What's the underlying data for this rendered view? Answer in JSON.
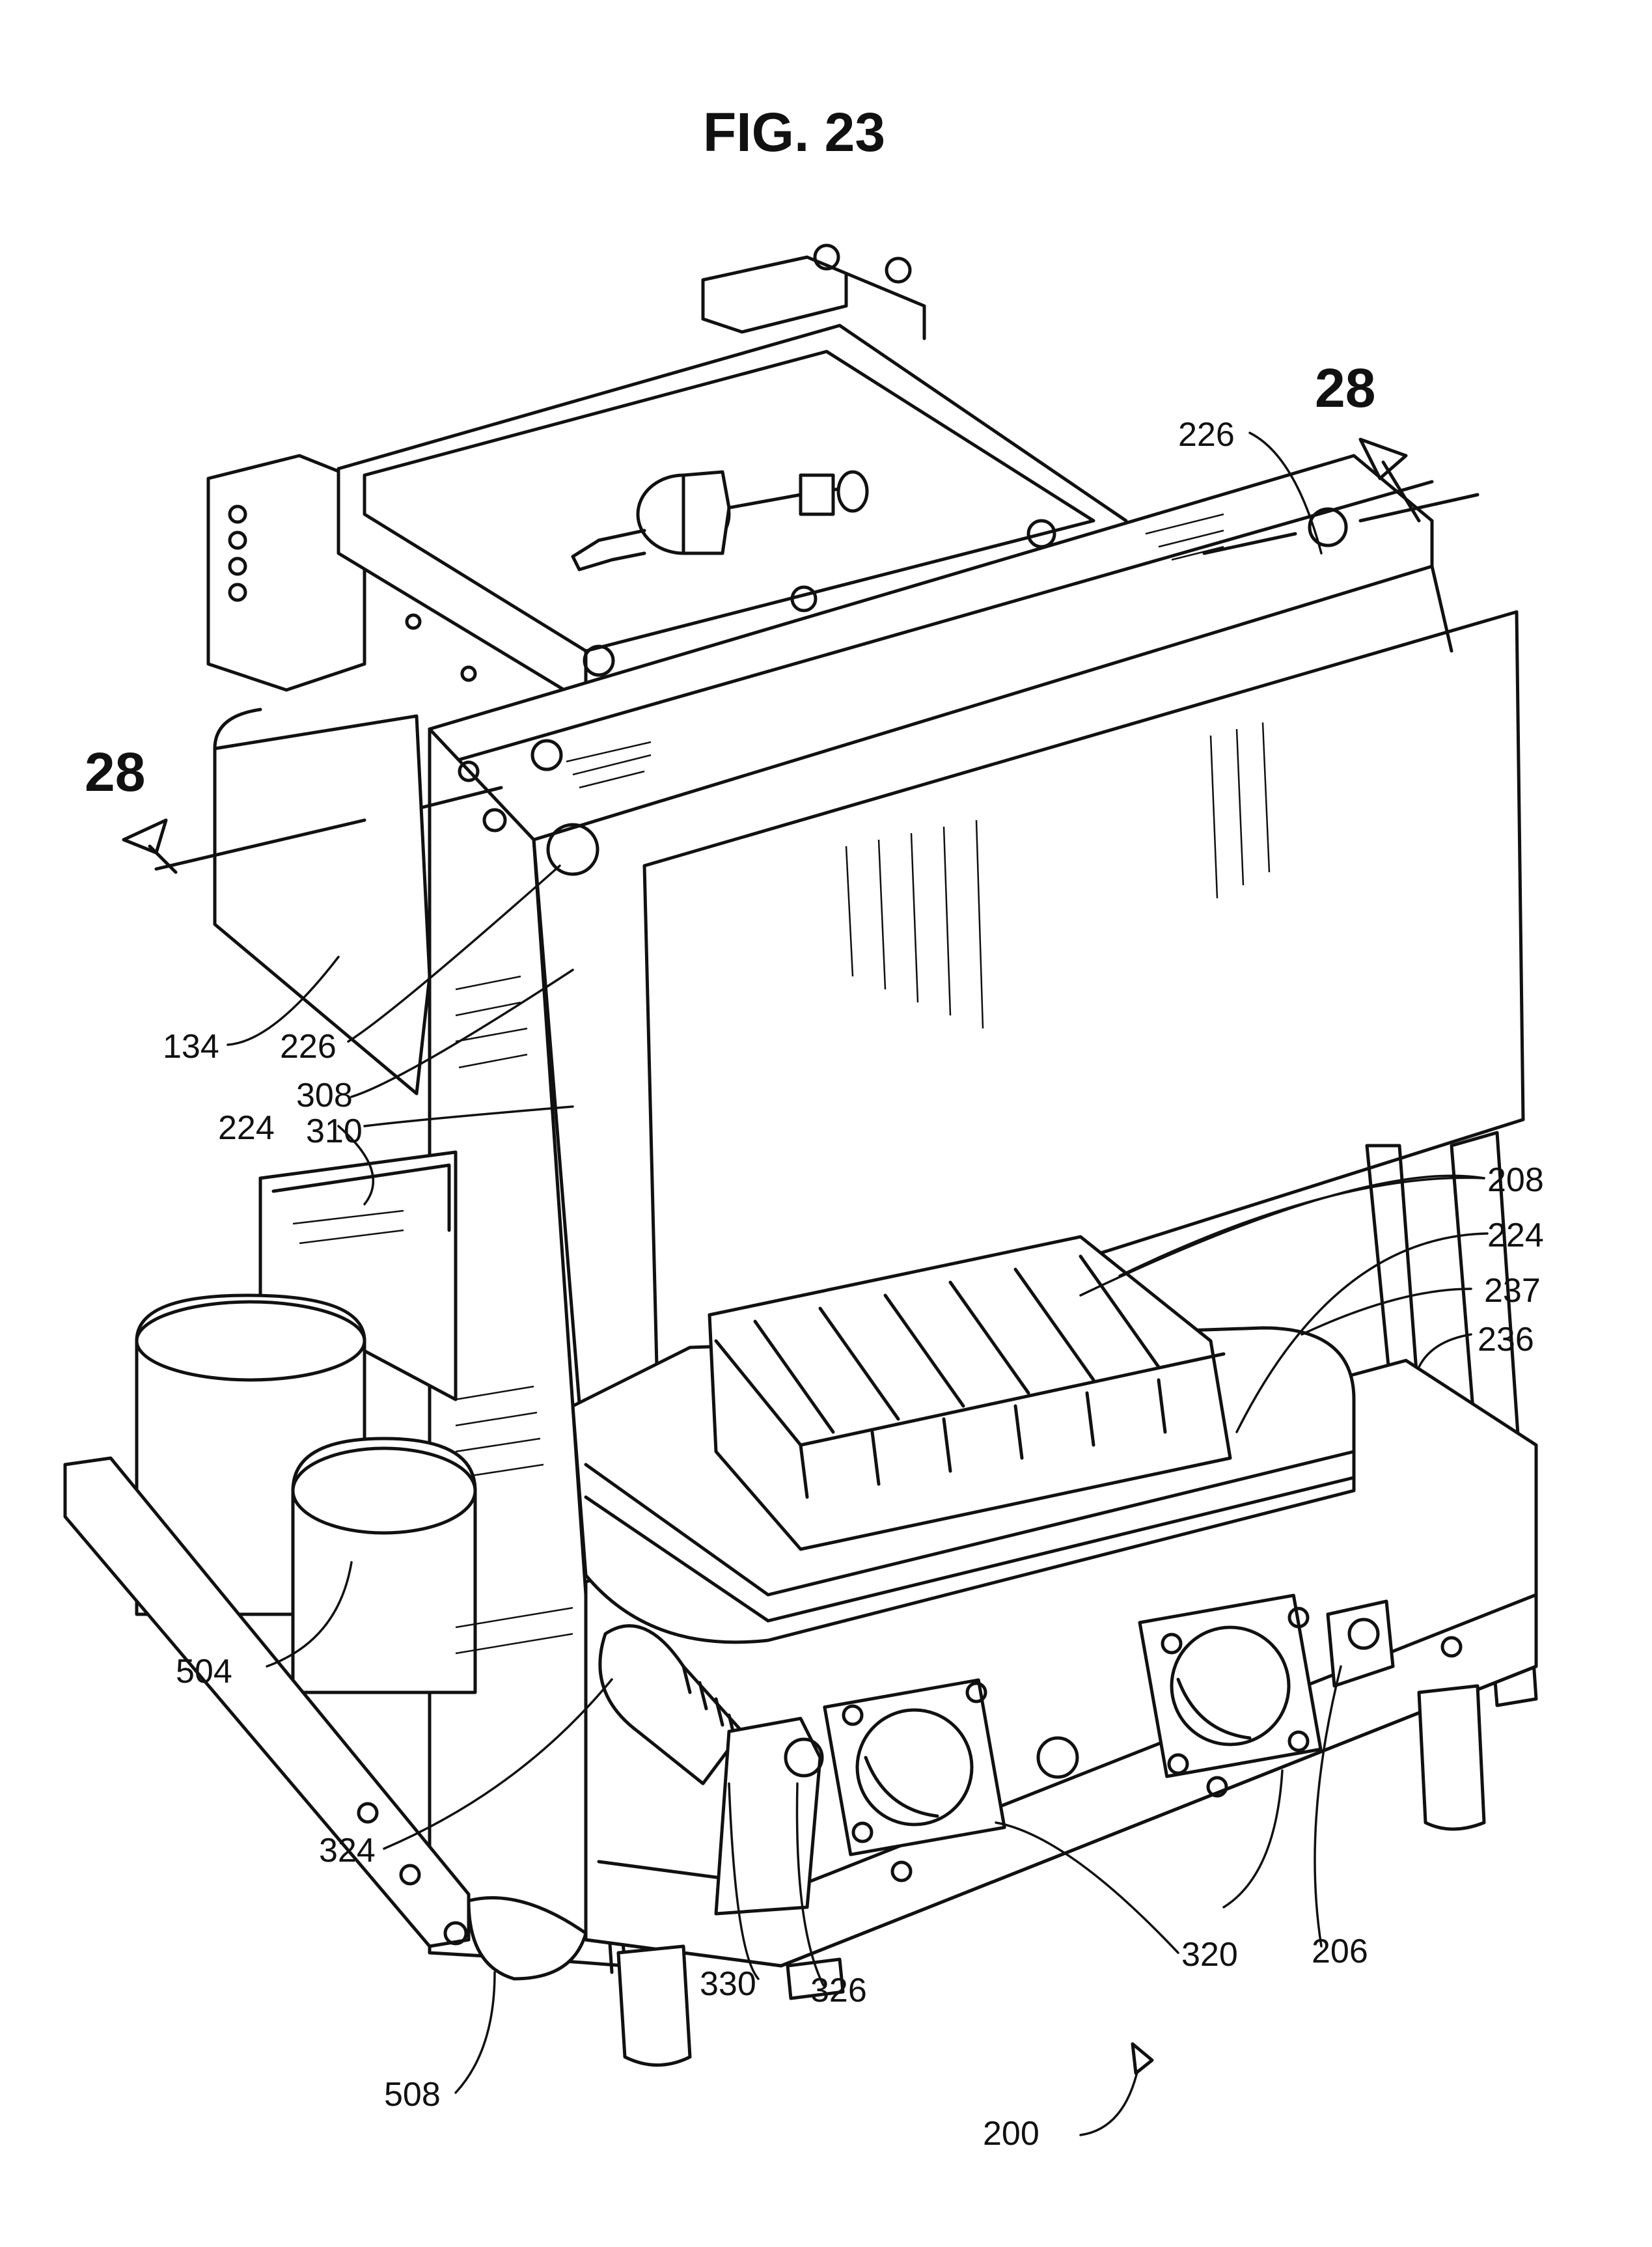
{
  "figure": {
    "title": "FIG. 23"
  },
  "section_marks": [
    {
      "id": "left",
      "label": "28"
    },
    {
      "id": "right",
      "label": "28"
    }
  ],
  "reference_numerals": {
    "n226_top": "226",
    "n226_left": "226",
    "n134": "134",
    "n308": "308",
    "n310": "310",
    "n224_left": "224",
    "n208": "208",
    "n224_right": "224",
    "n237": "237",
    "n236": "236",
    "n504": "504",
    "n324": "324",
    "n508": "508",
    "n330": "330",
    "n326": "326",
    "n320": "320",
    "n206": "206",
    "n200": "200"
  }
}
